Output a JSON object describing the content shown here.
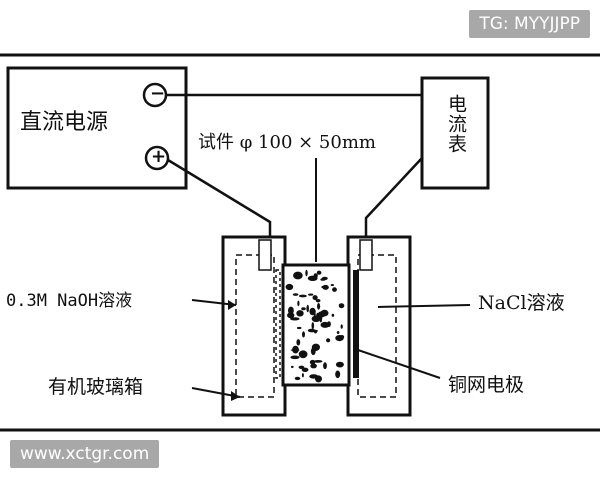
{
  "watermarks": {
    "top_right": "TG: MYYJJPP",
    "bottom_left": "www.xctgr.com"
  },
  "labels": {
    "power_supply": "直流电源",
    "terminal_negative": "−",
    "terminal_positive": "+",
    "ammeter": "电流表",
    "specimen": "试件 φ 100 × 50mm",
    "naoh_solution": "0.3M NaOH溶液",
    "nacl_solution": "NaCl溶液",
    "acrylic_box": "有机玻璃箱",
    "copper_mesh_electrode": "铜网电极"
  },
  "colors": {
    "line": "#111111",
    "background": "#ffffff",
    "badge": "#a8a8a8"
  }
}
